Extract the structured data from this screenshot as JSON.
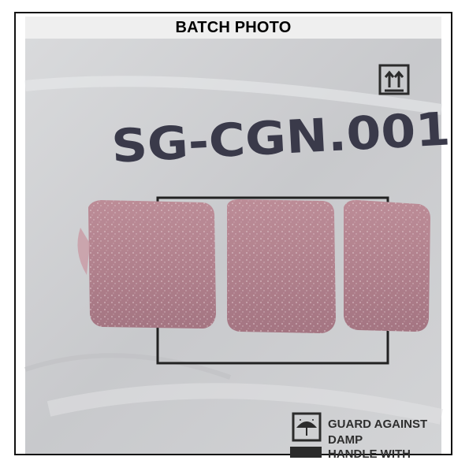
{
  "header": {
    "title": "BATCH PHOTO"
  },
  "photo": {
    "handwriting": "SG-CGN.001",
    "bag_labels": {
      "guard": "GUARD AGAINST",
      "damp": "DAMP",
      "handle": "HANDLE WITH"
    }
  }
}
